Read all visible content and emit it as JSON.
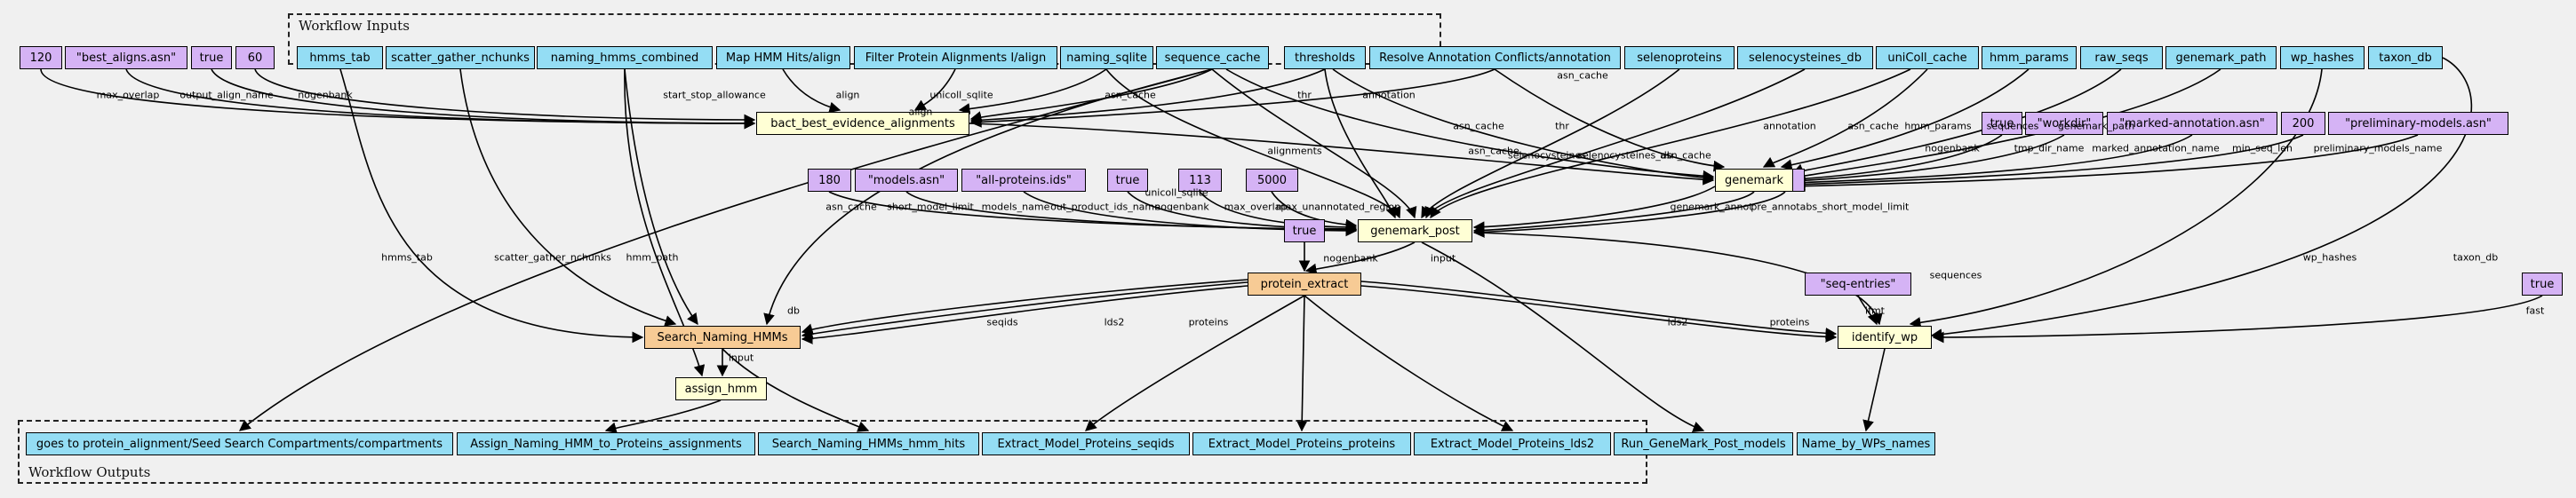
{
  "clusters": {
    "inputs_label": "Workflow Inputs",
    "outputs_label": "Workflow Outputs"
  },
  "inputs": {
    "hmms_tab": "hmms_tab",
    "scatter_gather_nchunks": "scatter_gather_nchunks",
    "naming_hmms_combined": "naming_hmms_combined",
    "map_hmm_hits": "Map HMM Hits/align",
    "filter_protein_alignments": "Filter Protein Alignments I/align",
    "naming_sqlite": "naming_sqlite",
    "sequence_cache": "sequence_cache",
    "thresholds": "thresholds",
    "resolve_conflicts": "Resolve Annotation Conflicts/annotation",
    "selenoproteins": "selenoproteins",
    "selenocysteines_db": "selenocysteines_db",
    "unicoll_cache": "uniColl_cache",
    "hmm_params": "hmm_params",
    "raw_seqs": "raw_seqs",
    "genemark_path": "genemark_path",
    "wp_hashes": "wp_hashes",
    "taxon_db": "taxon_db"
  },
  "constants": {
    "c120": "120",
    "best_aligns": "\"best_aligns.asn\"",
    "true1": "true",
    "c60a": "60",
    "true2": "true",
    "workdir": "\"workdir\"",
    "marked_annotation": "\"marked-annotation.asn\"",
    "c200": "200",
    "preliminary_models": "\"preliminary-models.asn\"",
    "c60b": "60",
    "c180": "180",
    "models_asn": "\"models.asn\"",
    "all_proteins": "\"all-proteins.ids\"",
    "true3": "true",
    "c113": "113",
    "c5000": "5000",
    "true4": "true",
    "seq_entries": "\"seq-entries\"",
    "true5": "true"
  },
  "steps": {
    "bact_best": "bact_best_evidence_alignments",
    "genemark": "genemark",
    "genemark_post": "genemark_post",
    "protein_extract": "protein_extract",
    "search_naming": "Search_Naming_HMMs",
    "identify_wp": "identify_wp",
    "assign_hmm": "assign_hmm"
  },
  "outputs": {
    "protein_alignment": "goes to protein_alignment/Seed Search Compartments/compartments",
    "assign_naming": "Assign_Naming_HMM_to_Proteins_assignments",
    "search_hits": "Search_Naming_HMMs_hmm_hits",
    "seqids": "Extract_Model_Proteins_seqids",
    "proteins": "Extract_Model_Proteins_proteins",
    "lds2": "Extract_Model_Proteins_lds2",
    "run_genemark": "Run_GeneMark_Post_models",
    "name_by_wp": "Name_by_WPs_names"
  },
  "edge_labels": {
    "max_overlap": "max_overlap",
    "output_align_name": "output_align_name",
    "nogenbank": "nogenbank",
    "start_stop_allowance": "start_stop_allowance",
    "align": "align",
    "unicoll_sqlite": "unicoll_sqlite",
    "asn_cache": "asn_cache",
    "thr": "thr",
    "annotation": "annotation",
    "hmm_params": "hmm_params",
    "sequences": "sequences",
    "genemark_path": "genemark_path",
    "tmp_dir_name": "tmp_dir_name",
    "marked_annotation_name": "marked_annotation_name",
    "min_seq_len": "min_seq_len",
    "preliminary_models_name": "preliminary_models_name",
    "alignments": "alignments",
    "selenocysteines": "selenocysteines",
    "selenocysteines_db": "selenocysteines_db",
    "short_model_limit": "short_model_limit",
    "models_name": "models_name",
    "out_product_ids_name": "out_product_ids_name",
    "max_unannotated_region": "max_unannotated_region",
    "genemark_annot": "genemark_annot",
    "pre_annot": "pre_annot",
    "abs_short_model_limit": "abs_short_model_limit",
    "input": "input",
    "hmms_tab": "hmms_tab",
    "scatter_gather_nchunks": "scatter_gather_nchunks",
    "hmm_path": "hmm_path",
    "db": "db",
    "seqids": "seqids",
    "lds2": "lds2",
    "proteins": "proteins",
    "ifmt": "ifmt",
    "fast": "fast",
    "wp_hashes": "wp_hashes",
    "taxon_db": "taxon_db"
  }
}
